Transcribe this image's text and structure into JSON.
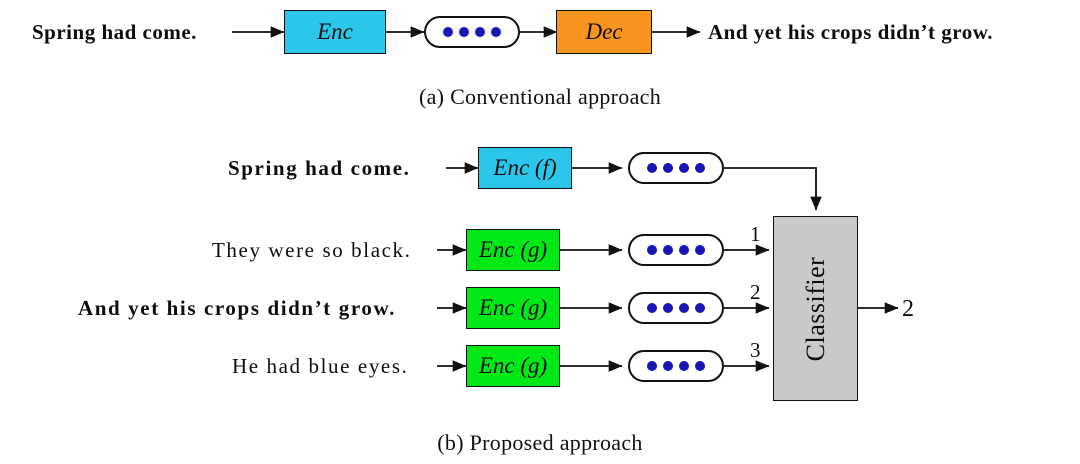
{
  "figure": {
    "panel_a": {
      "caption": "(a) Conventional approach",
      "input_sentence": "Spring had come.",
      "encoder_label": "Enc",
      "decoder_label": "Dec",
      "output_sentence": "And yet his crops didn’t grow.",
      "vector_dots": 4,
      "colors": {
        "encoder": "#2CC6EA",
        "decoder": "#F79520",
        "dot": "#1a16b4"
      }
    },
    "panel_b": {
      "caption": "(b) Proposed approach",
      "context_row": {
        "sentence": "Spring had come.",
        "encoder_label": "Enc (f)",
        "vector_dots": 4,
        "encoder_color": "#2CC6EA"
      },
      "candidate_rows": [
        {
          "sentence": "They were so black.",
          "encoder_label": "Enc (g)",
          "vector_dots": 4,
          "index_label": "1",
          "encoder_color": "#00E815",
          "bold": false
        },
        {
          "sentence": "And yet his crops didn’t grow.",
          "encoder_label": "Enc (g)",
          "vector_dots": 4,
          "index_label": "2",
          "encoder_color": "#00E815",
          "bold": true
        },
        {
          "sentence": "He had blue eyes.",
          "encoder_label": "Enc (g)",
          "vector_dots": 4,
          "index_label": "3",
          "encoder_color": "#00E815",
          "bold": false
        }
      ],
      "classifier": {
        "label": "Classifier",
        "color": "#C9C9C9",
        "output_label": "2"
      }
    }
  }
}
